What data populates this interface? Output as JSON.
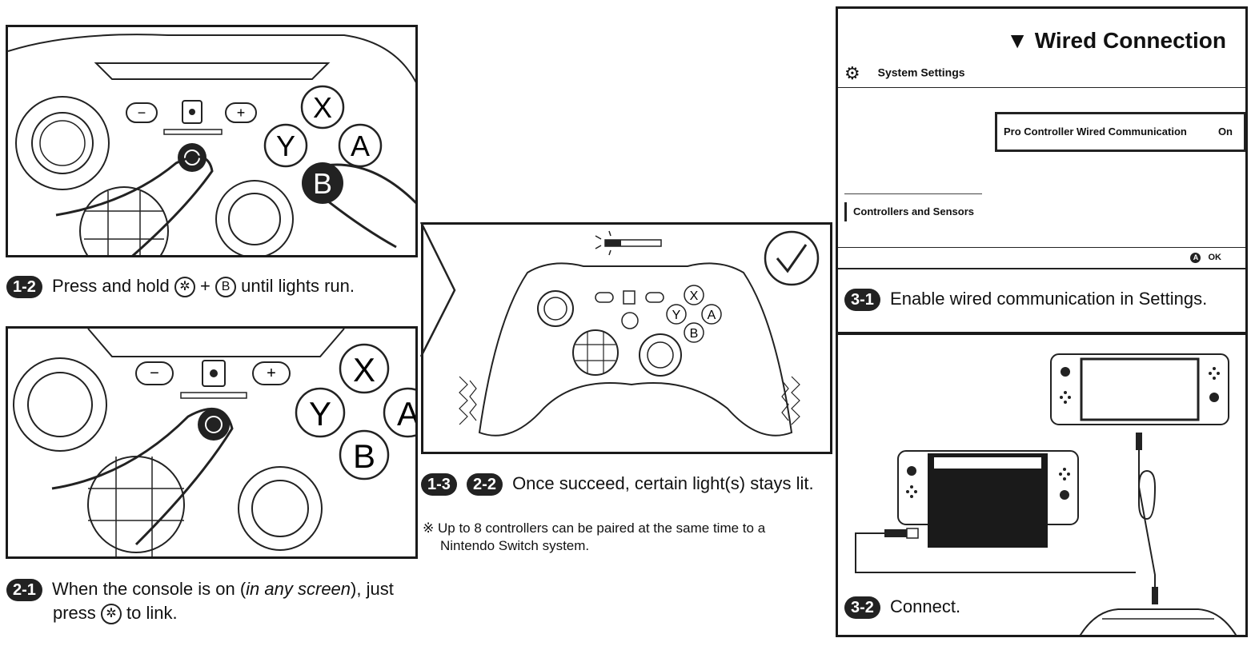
{
  "steps": {
    "s12": {
      "badge": "1-2",
      "pre": "Press and hold",
      "plus": "+",
      "button_b": "B",
      "post": "until lights run."
    },
    "s21": {
      "badge": "2-1",
      "line1_pre": "When the console is on (",
      "line1_italic": "in any screen",
      "line1_post": "), just",
      "line2_pre": "press",
      "line2_post": "to link."
    },
    "s13": {
      "badge1": "1-3",
      "badge2": "2-2",
      "text": "Once succeed, certain light(s) stays lit."
    },
    "note": {
      "mark": "※",
      "line1": "Up to 8 controllers can be paired at the same time to a",
      "line2": "Nintendo Switch system."
    },
    "s31": {
      "badge": "3-1",
      "text": "Enable wired communication in Settings."
    },
    "s32": {
      "badge": "3-2",
      "text": "Connect."
    }
  },
  "controller_labels": {
    "x": "X",
    "y": "Y",
    "a": "A",
    "b": "B",
    "minus": "−",
    "plus": "+"
  },
  "settings": {
    "title": "Wired Connection",
    "title_marker": "▼",
    "system_settings": "System Settings",
    "option_label": "Pro Controller Wired Communication",
    "option_value": "On",
    "sidebar_item": "Controllers and Sensors",
    "ok_button_icon": "A",
    "ok_label": "OK"
  }
}
